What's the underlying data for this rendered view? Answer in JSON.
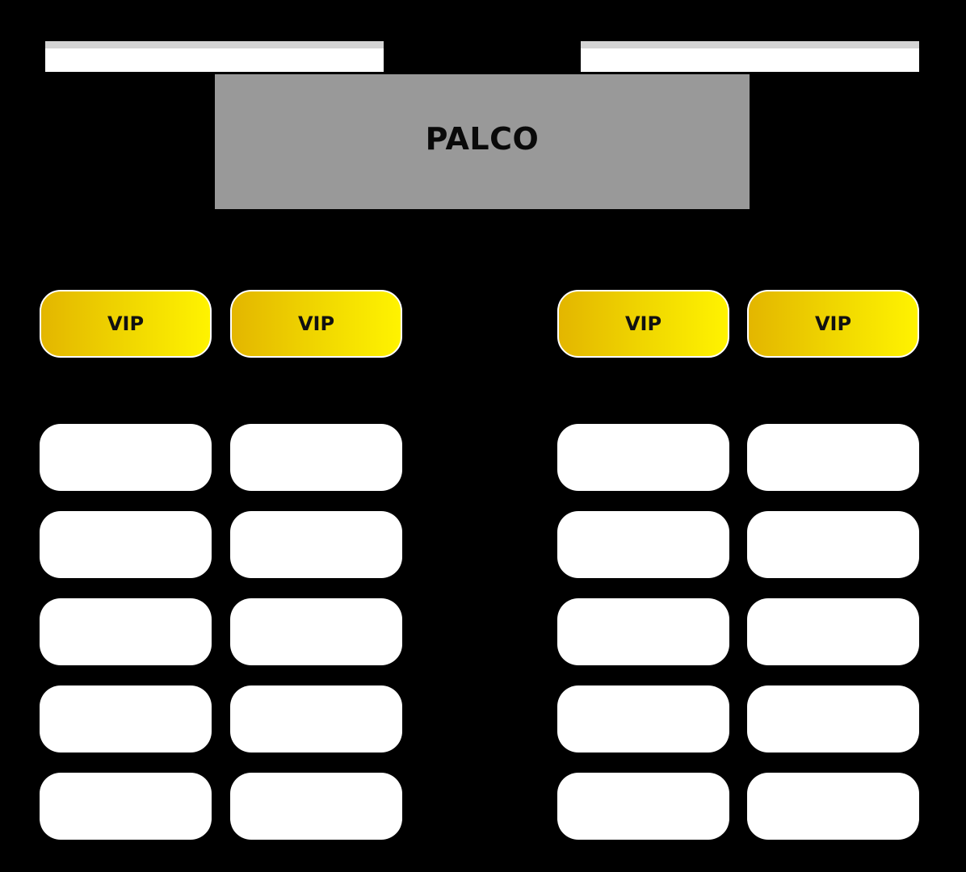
{
  "stage": {
    "label": "PALCO",
    "color": "#999999"
  },
  "vip_tables": [
    {
      "label": "VIP"
    },
    {
      "label": "VIP"
    },
    {
      "label": "VIP"
    },
    {
      "label": "VIP"
    }
  ],
  "colors": {
    "background": "#000000",
    "vip_gradient_start": "#e3b600",
    "vip_gradient_end": "#fff300",
    "regular_table": "#ffffff",
    "speaker": "#ffffff"
  }
}
